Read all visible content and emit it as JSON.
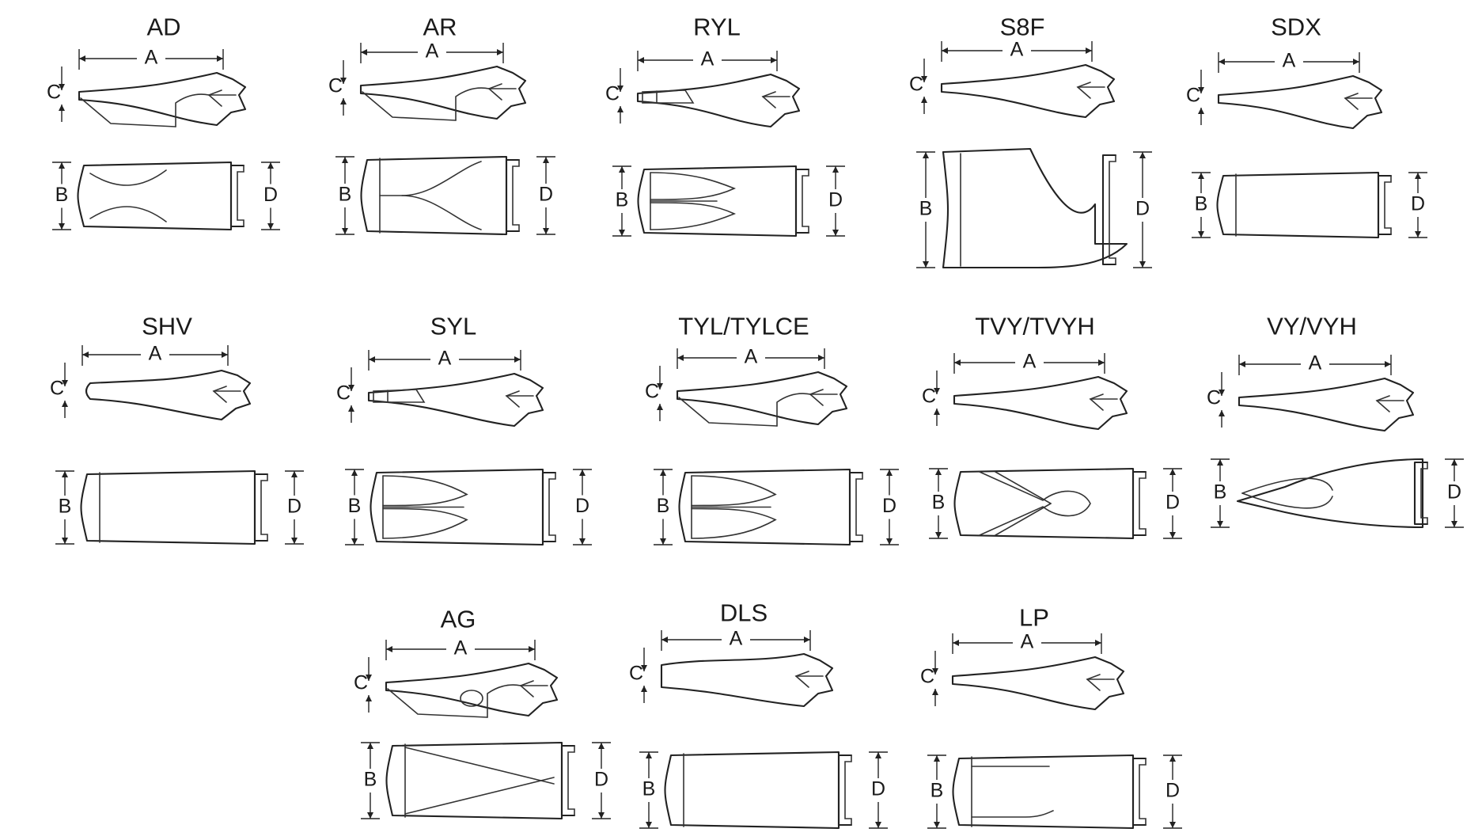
{
  "teeth": [
    {
      "id": "AD",
      "title": "AD",
      "style": "wedge",
      "side": "twin-curve"
    },
    {
      "id": "AR",
      "title": "AR",
      "style": "wedge",
      "side": "flat-front"
    },
    {
      "id": "RYL",
      "title": "RYL",
      "style": "stub",
      "side": "twin-lobe"
    },
    {
      "id": "S8F",
      "title": "S8F",
      "style": "point",
      "side": "spade"
    },
    {
      "id": "SDX",
      "title": "SDX",
      "style": "point",
      "side": "plain"
    },
    {
      "id": "SHV",
      "title": "SHV",
      "style": "chisel",
      "side": "plain"
    },
    {
      "id": "SYL",
      "title": "SYL",
      "style": "stub",
      "side": "twin-lobe"
    },
    {
      "id": "TYL",
      "title": "TYL/TYLCE",
      "style": "wedge",
      "side": "twin-lobe"
    },
    {
      "id": "TVY",
      "title": "TVY/TVYH",
      "style": "point",
      "side": "tiger"
    },
    {
      "id": "VY",
      "title": "VY/VYH",
      "style": "point",
      "side": "twin-point"
    },
    {
      "id": "AG",
      "title": "AG",
      "style": "wedge-hole",
      "side": "x-brace"
    },
    {
      "id": "DLS",
      "title": "DLS",
      "style": "blunt",
      "side": "plain"
    },
    {
      "id": "LP",
      "title": "LP",
      "style": "point",
      "side": "long-plate"
    }
  ],
  "dimension_labels": {
    "a": "A",
    "b": "B",
    "c": "C",
    "d": "D"
  }
}
